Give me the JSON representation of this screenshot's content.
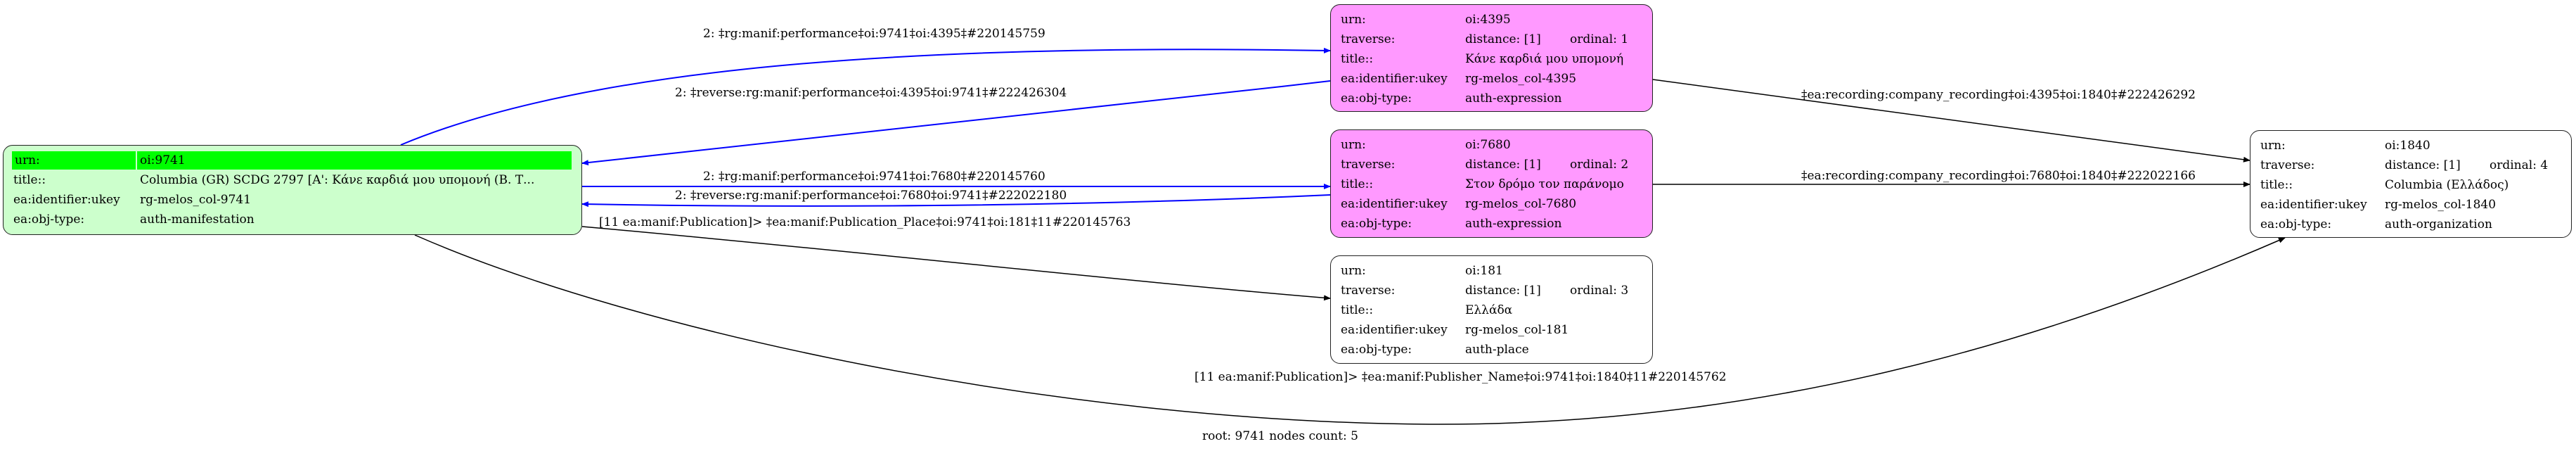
{
  "footer": "root: 9741 nodes count: 5",
  "colors": {
    "root_fill": "#ccffcc",
    "root_highlight": "#00ff00",
    "expression_fill": "#ff99ff",
    "performance_edge": "#0000ff",
    "other_edge": "#000000"
  },
  "root_node": {
    "urn_label": "urn:",
    "urn": "oi:9741",
    "title_label": "title::",
    "title": "Columbia (GR) SCDG 2797 [Α': Κάνε καρδιά μου υπομονή (Β. Τ...",
    "ukey_label": "ea:identifier:ukey",
    "ukey": "rg-melos_col-9741",
    "type_label": "ea:obj-type:",
    "type": "auth-manifestation"
  },
  "nodes": [
    {
      "urn_label": "urn:",
      "urn": "oi:4395",
      "traverse_label": "traverse:",
      "distance": "distance: [1]",
      "ordinal": "ordinal: 1",
      "title_label": "title::",
      "title": "Κάνε καρδιά μου υπομονή",
      "ukey_label": "ea:identifier:ukey",
      "ukey": "rg-melos_col-4395",
      "type_label": "ea:obj-type:",
      "type": "auth-expression"
    },
    {
      "urn_label": "urn:",
      "urn": "oi:7680",
      "traverse_label": "traverse:",
      "distance": "distance: [1]",
      "ordinal": "ordinal: 2",
      "title_label": "title::",
      "title": "Στον δρόμο τον παράνομο",
      "ukey_label": "ea:identifier:ukey",
      "ukey": "rg-melos_col-7680",
      "type_label": "ea:obj-type:",
      "type": "auth-expression"
    },
    {
      "urn_label": "urn:",
      "urn": "oi:181",
      "traverse_label": "traverse:",
      "distance": "distance: [1]",
      "ordinal": "ordinal: 3",
      "title_label": "title::",
      "title": "Ελλάδα",
      "ukey_label": "ea:identifier:ukey",
      "ukey": "rg-melos_col-181",
      "type_label": "ea:obj-type:",
      "type": "auth-place"
    },
    {
      "urn_label": "urn:",
      "urn": "oi:1840",
      "traverse_label": "traverse:",
      "distance": "distance: [1]",
      "ordinal": "ordinal: 4",
      "title_label": "title::",
      "title": "Columbia (Ελλάδος)",
      "ukey_label": "ea:identifier:ukey",
      "ukey": "rg-melos_col-1840",
      "type_label": "ea:obj-type:",
      "type": "auth-organization"
    }
  ],
  "edges": [
    {
      "label": "2: ‡rg:manif:performance‡oi:9741‡oi:4395‡#220145759"
    },
    {
      "label": "2: ‡reverse:rg:manif:performance‡oi:4395‡oi:9741‡#222426304"
    },
    {
      "label": "2: ‡rg:manif:performance‡oi:9741‡oi:7680‡#220145760"
    },
    {
      "label": "2: ‡reverse:rg:manif:performance‡oi:7680‡oi:9741‡#222022180"
    },
    {
      "label": "[11 ea:manif:Publication]> ‡ea:manif:Publication_Place‡oi:9741‡oi:181‡11#220145763"
    },
    {
      "label": "[11 ea:manif:Publication]> ‡ea:manif:Publisher_Name‡oi:9741‡oi:1840‡11#220145762"
    },
    {
      "label": "‡ea:recording:company_recording‡oi:4395‡oi:1840‡#222426292"
    },
    {
      "label": "‡ea:recording:company_recording‡oi:7680‡oi:1840‡#222022166"
    }
  ]
}
